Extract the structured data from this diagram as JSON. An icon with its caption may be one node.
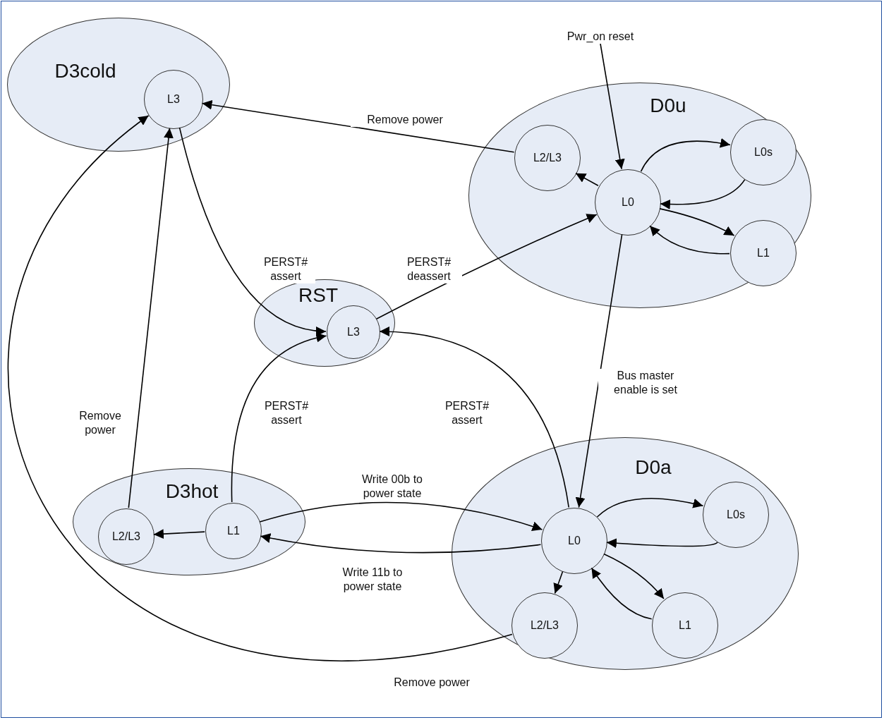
{
  "diagram": {
    "nodes": [
      {
        "text": [
          "D3cold"
        ]
      },
      {
        "text": [
          "L3"
        ],
        "in": 0
      },
      {
        "text": [
          "D0u"
        ]
      },
      {
        "text": [
          "L2/L3"
        ],
        "in": 2
      },
      {
        "text": [
          "L0"
        ],
        "in": 2
      },
      {
        "text": [
          "L0s"
        ],
        "in": 2
      },
      {
        "text": [
          "L1"
        ],
        "in": 2
      },
      {
        "text": [
          "RST"
        ]
      },
      {
        "text": [
          "L3"
        ],
        "in": 7
      },
      {
        "text": [
          "D3hot"
        ]
      },
      {
        "text": [
          "L2/L3"
        ],
        "in": 9
      },
      {
        "text": [
          "L1"
        ],
        "in": 9
      },
      {
        "text": [
          "D0a"
        ]
      },
      {
        "text": [
          "L0"
        ],
        "in": 12
      },
      {
        "text": [
          "L0s"
        ],
        "in": 12
      },
      {
        "text": [
          "L1"
        ],
        "in": 12
      },
      {
        "text": [
          "L2/L3"
        ],
        "in": 12
      }
    ],
    "edges": [
      {
        "from": null,
        "to": 4,
        "arrow": "to",
        "label": "Pwr_on reset"
      },
      {
        "from": 3,
        "to": 1,
        "arrow": "to",
        "label": "Remove power"
      },
      {
        "from": 4,
        "to": 3,
        "arrow": "to"
      },
      {
        "from": 4,
        "to": 5,
        "arrow": "to"
      },
      {
        "from": 5,
        "to": 4,
        "arrow": "to"
      },
      {
        "from": 4,
        "to": 6,
        "arrow": "to"
      },
      {
        "from": 6,
        "to": 4,
        "arrow": "to"
      },
      {
        "from": 1,
        "to": 8,
        "arrow": "to",
        "label": "PERST# assert"
      },
      {
        "from": 8,
        "to": 4,
        "arrow": "to",
        "label": "PERST# deassert"
      },
      {
        "from": 4,
        "to": 13,
        "arrow": "to",
        "label": "Bus master enable is set"
      },
      {
        "from": 13,
        "to": 8,
        "arrow": "to",
        "label": "PERST# assert"
      },
      {
        "from": 11,
        "to": 8,
        "arrow": "to",
        "label": "PERST# assert"
      },
      {
        "from": 10,
        "to": 1,
        "arrow": "to",
        "label": "Remove power"
      },
      {
        "from": 11,
        "to": 10,
        "arrow": "to"
      },
      {
        "from": 11,
        "to": 13,
        "arrow": "to",
        "label": "Write 00b to power state"
      },
      {
        "from": 13,
        "to": 11,
        "arrow": "to",
        "label": "Write 11b to power state"
      },
      {
        "from": 13,
        "to": 14,
        "arrow": "to"
      },
      {
        "from": 14,
        "to": 13,
        "arrow": "to"
      },
      {
        "from": 13,
        "to": 15,
        "arrow": "to"
      },
      {
        "from": 15,
        "to": 13,
        "arrow": "to"
      },
      {
        "from": 13,
        "to": 16,
        "arrow": "to"
      },
      {
        "from": 16,
        "to": 1,
        "arrow": "to",
        "label": "Remove power"
      }
    ]
  }
}
